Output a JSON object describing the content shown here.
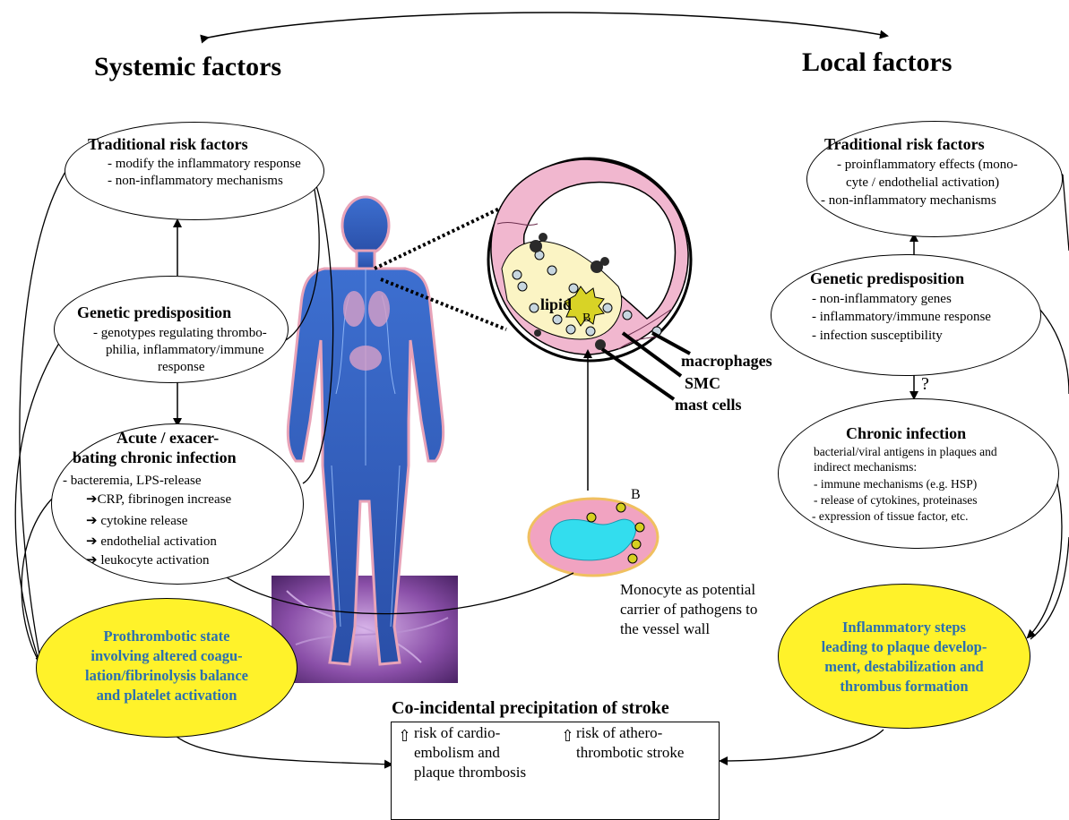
{
  "headings": {
    "systemic": "Systemic factors",
    "local": "Local factors"
  },
  "systemic": {
    "traditional": {
      "title": "Traditional risk factors",
      "lines": [
        "- modify the inflammatory response",
        "- non-inflammatory mechanisms"
      ]
    },
    "genetic": {
      "title": "Genetic predisposition",
      "lines": [
        "- genotypes regulating thrombo-",
        "philia, inflammatory/immune",
        "response"
      ]
    },
    "acute": {
      "title_lines": [
        "Acute / exacer-",
        "bating chronic infection"
      ],
      "lines": [
        "- bacteremia, LPS-release",
        "➔CRP, fibrinogen increase",
        "➔ cytokine release",
        "➔ endothelial activation",
        "➔ leukocyte activation"
      ]
    },
    "prothrombotic": {
      "lines": [
        "Prothrombotic state",
        "involving altered coagu-",
        "lation/fibrinolysis balance",
        "and platelet activation"
      ]
    }
  },
  "local": {
    "traditional": {
      "title": "Traditional risk factors",
      "lines": [
        "- proinflammatory effects (mono-",
        "cyte / endothelial activation)",
        "- non-inflammatory mechanisms"
      ]
    },
    "genetic": {
      "title": "Genetic predisposition",
      "lines": [
        "- non-inflammatory genes",
        "- inflammatory/immune response",
        "- infection susceptibility"
      ]
    },
    "question": "?",
    "chronic": {
      "title": "Chronic infection",
      "lines": [
        "bacterial/viral antigens in plaques and",
        "indirect mechanisms:",
        "- immune mechanisms (e.g. HSP)",
        "- release of cytokines, proteinases",
        "- expression of tissue factor, etc."
      ]
    },
    "inflammatory": {
      "lines": [
        "Inflammatory steps",
        "leading to plaque develop-",
        "ment, destabilization and",
        "thrombus formation"
      ]
    }
  },
  "vessel": {
    "lipid": "lipid",
    "b_label": "B",
    "macrophages": "macrophages",
    "smc": "SMC",
    "mast_cells": "mast cells"
  },
  "monocyte": {
    "b_label": "B",
    "caption_lines": [
      "Monocyte as  potential",
      "carrier of pathogens to",
      "the vessel wall"
    ]
  },
  "stroke": {
    "title": "Co-incidental precipitation of stroke",
    "up_arrow": "⇧",
    "left_lines": [
      "risk of cardio-",
      "embolism and",
      "plaque thrombosis"
    ],
    "right_lines": [
      "risk of athero-",
      "thrombotic stroke"
    ]
  }
}
